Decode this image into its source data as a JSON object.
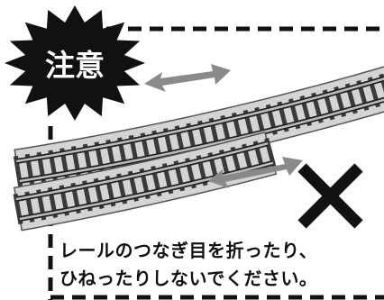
{
  "warning_badge": {
    "label": "注意"
  },
  "caption": {
    "line1": "レールのつなぎ目を折ったり、",
    "line2": "ひねったりしないでください。"
  },
  "icons": {
    "badge": "starburst-warning-icon",
    "prohibited": "x-mark-icon",
    "arrow_upper": "double-arrow-icon",
    "arrow_lower": "double-arrow-icon"
  },
  "colors": {
    "badge": "#111111",
    "badge_text": "#ffffff",
    "x_mark": "#111111",
    "arrow": "#8a8a8a",
    "border": "#111111",
    "rail": "#6f6f6f",
    "roadbed": "#d4d4d4",
    "sleeper": "#3a3a3a"
  }
}
